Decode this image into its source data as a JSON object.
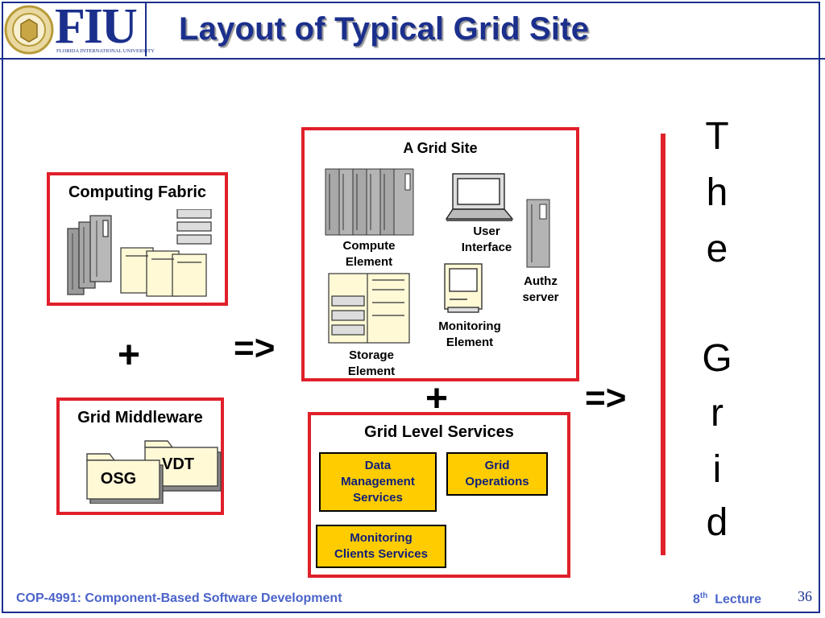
{
  "slide": {
    "title": "Layout of Typical Grid Site",
    "logo_text": "FIU",
    "logo_subtext": "Florida International University"
  },
  "computing_fabric": {
    "label": "Computing Fabric"
  },
  "grid_middleware": {
    "label": "Grid Middleware",
    "folder_back": "VDT",
    "folder_front": "OSG"
  },
  "grid_site": {
    "label": "A Grid Site",
    "compute_element": "Compute Element",
    "user_interface": "User Interface",
    "authz_server": "Authz server",
    "monitoring_element": "Monitoring Element",
    "storage_element": "Storage Element"
  },
  "grid_level_services": {
    "label": "Grid Level Services",
    "services": [
      {
        "label": "Data\nManagement\nServices"
      },
      {
        "label": "Grid\nOperations"
      },
      {
        "label": "Monitoring\nClients Services"
      }
    ]
  },
  "operators": {
    "plus": "+",
    "arrow": "=>"
  },
  "the_grid": [
    "T",
    "h",
    "e",
    "G",
    "r",
    "i",
    "d"
  ],
  "footer": {
    "course": "COP-4991: Component-Based Software Development",
    "lecture_num": "8",
    "lecture_sup": "th",
    "lecture_word": "Lecture",
    "page_number": "36"
  },
  "colors": {
    "accent": "#e0202a",
    "title": "#1b2f8c",
    "service_fill": "#ffcc00",
    "footer": "#4a63c9"
  }
}
